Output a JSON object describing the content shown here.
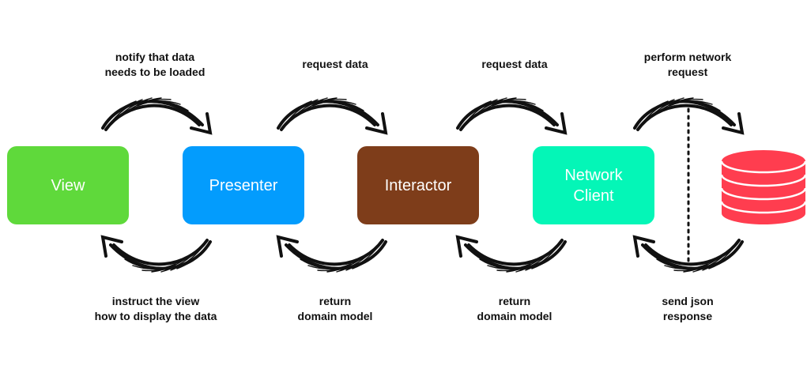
{
  "colors": {
    "view": "#5fd93b",
    "presenter": "#039cfd",
    "interactor": "#7e3d1a",
    "network_client": "#04f6b7",
    "database": "#ff3d4f"
  },
  "nodes": {
    "view": "View",
    "presenter": "Presenter",
    "interactor": "Interactor",
    "network_client": "Network\nClient"
  },
  "labels_top": [
    "notify that data\nneeds to be loaded",
    "request data",
    "request data",
    "perform network\nrequest"
  ],
  "labels_bottom": [
    "instruct the view\nhow to display the data",
    "return\ndomain model",
    "return\ndomain model",
    "send json\nresponse"
  ],
  "icons": {
    "database": "database-icon",
    "arrow": "curved-arrow-icon"
  }
}
